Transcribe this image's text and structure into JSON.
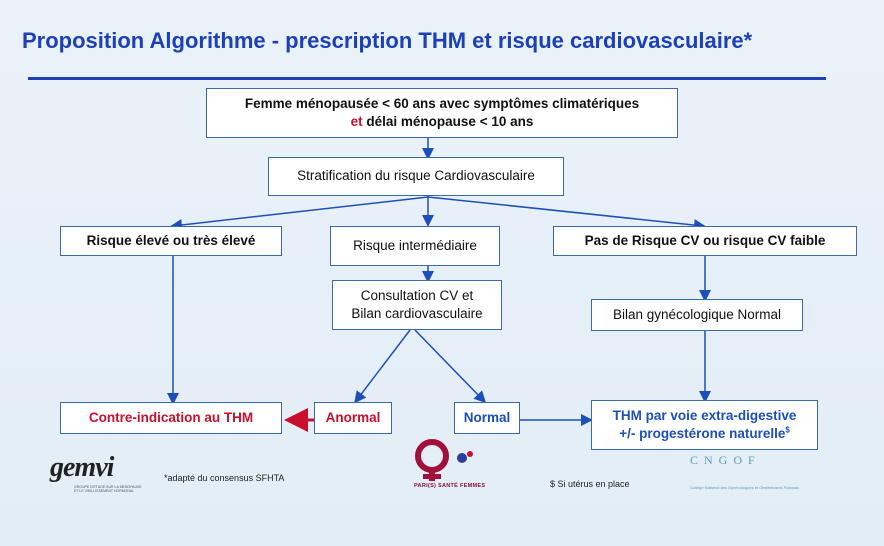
{
  "title": "Proposition Algorithme - prescription THM et risque cardiovasculaire*",
  "nodes": {
    "start_line1": "Femme ménopausée < 60 ans avec symptômes climatériques",
    "start_and": "et",
    "start_line2": " délai ménopause < 10 ans",
    "stratification": "Stratification du risque Cardiovasculaire",
    "risk_high": "Risque élevé ou très élevé",
    "risk_mid": "Risque intermédiaire",
    "risk_low": "Pas de Risque CV ou risque CV  faible",
    "consult_line1": "Consultation CV et",
    "consult_line2": "Bilan cardiovasculaire",
    "gyneco": "Bilan gynécologique Normal",
    "contra": "Contre-indication  au THM",
    "abnormal": "Anormal",
    "normal": "Normal",
    "thm_line1": "THM par voie extra-digestive",
    "thm_line2": "+/- progestérone naturelle",
    "thm_sup": "$"
  },
  "footer": {
    "gemvi_logo": "gemvi",
    "gemvi_sub": "GROUPE D'ETUDE SUR LA MENOPAUSE ET LE VIEILLISSEMENT HORMONAL",
    "adapted": "*adapté du consensus SFHTA",
    "ps_logo_text": "PARI(S) SANTÉ FEMMES",
    "uterus_note": "$ Si utérus en place",
    "cngof_logo": "CNGOF",
    "cngof_sub": "Collège National des Gynécologues et Obstétriciens Français"
  },
  "colors": {
    "title": "#1d3fb8",
    "arrow": "#1d4fb8",
    "box_border": "#3a6aa8",
    "red_accent": "#c8102e",
    "background": "#e8f1f8"
  }
}
